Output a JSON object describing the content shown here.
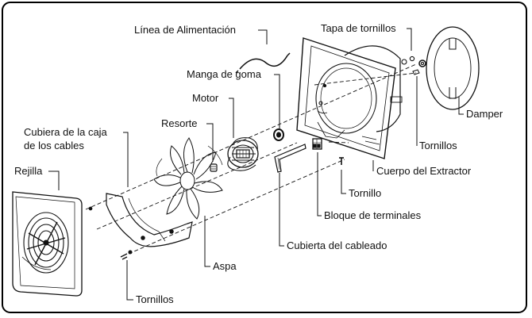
{
  "labels": {
    "linea": "Línea de Alimentación",
    "tapa": "Tapa de tornillos",
    "manga": "Manga de goma",
    "motor": "Motor",
    "resorte": "Resorte",
    "cubiera_1": "Cubiera de la caja",
    "cubiera_2": "de los cables",
    "rejilla": "Rejilla",
    "damper": "Damper",
    "tornillos_r": "Tornillos",
    "cuerpo": "Cuerpo del Extractor",
    "tornillo": "Tornillo",
    "bloque": "Bloque de terminales",
    "cubierta": "Cubierta del cableado",
    "aspa": "Aspa",
    "tornillos_b": "Tornillos"
  }
}
